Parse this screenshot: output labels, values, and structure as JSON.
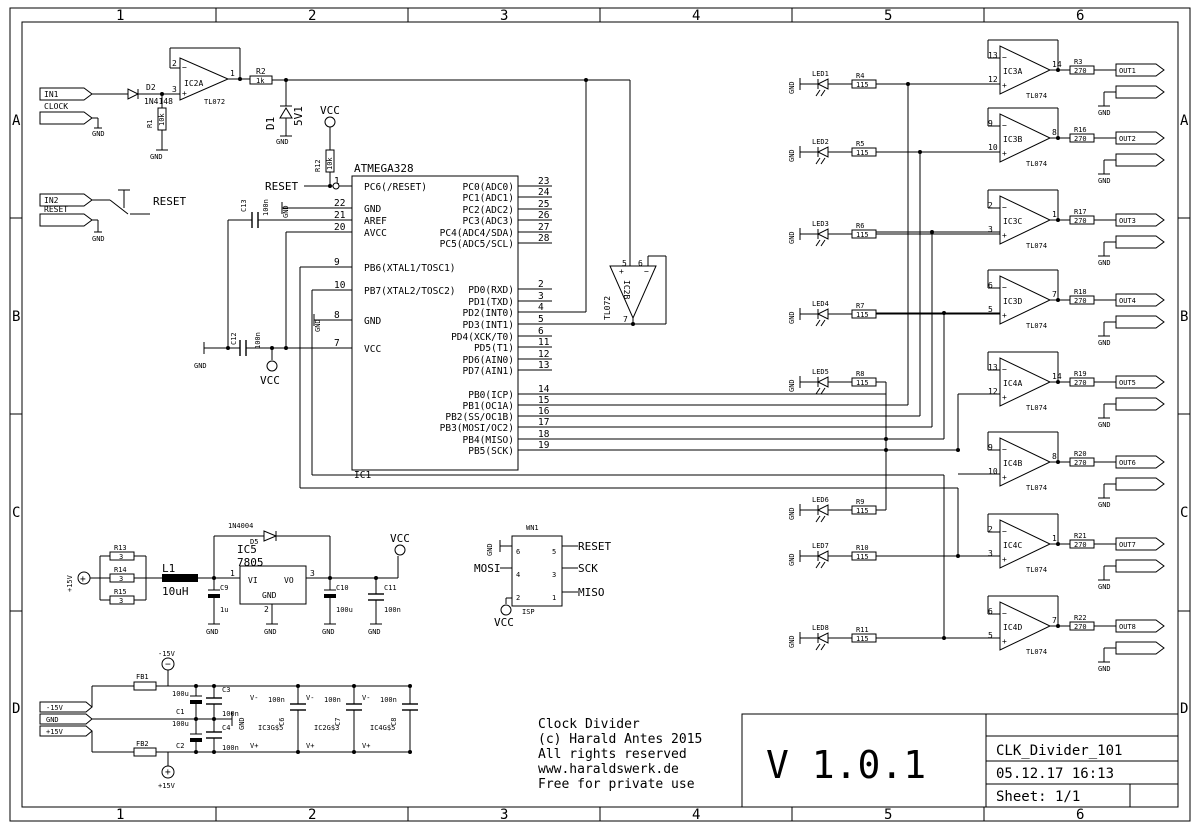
{
  "frame": {
    "columns": [
      "1",
      "2",
      "3",
      "4",
      "5",
      "6"
    ],
    "rows": [
      "A",
      "B",
      "C",
      "D"
    ]
  },
  "inputs": {
    "in1": "IN1",
    "clock": "CLOCK",
    "in2": "IN2",
    "reset": "RESET",
    "neg15": "-15V",
    "gnd": "GND",
    "pos15": "+15V"
  },
  "front_end": {
    "d2": "D2",
    "d2_part": "1N4148",
    "r1": "R1",
    "r1_val": "10k",
    "ic2a": "IC2A",
    "ic2a_part": "TL072",
    "r2": "R2",
    "r2_val": "1k",
    "d1": "D1",
    "d1_val": "5V1",
    "reset_label": "RESET",
    "pin2": "2",
    "pin3": "3",
    "pin1": "1"
  },
  "mcu": {
    "name": "ATMEGA328",
    "ref": "IC1",
    "vcc": "VCC",
    "r12": "R12",
    "r12_val": "10k",
    "reset_net": "RESET",
    "c13": "C13",
    "c13_val": "100n",
    "c12": "C12",
    "c12_val": "100n",
    "left_pins": [
      {
        "num": "1",
        "name": "PC6(/RESET)"
      },
      {
        "num": "22",
        "name": "GND"
      },
      {
        "num": "21",
        "name": "AREF"
      },
      {
        "num": "20",
        "name": "AVCC"
      },
      {
        "num": "9",
        "name": "PB6(XTAL1/TOSC1)"
      },
      {
        "num": "10",
        "name": "PB7(XTAL2/TOSC2)"
      },
      {
        "num": "8",
        "name": "GND"
      },
      {
        "num": "7",
        "name": "VCC"
      }
    ],
    "right_pins": [
      {
        "num": "23",
        "name": "PC0(ADC0)"
      },
      {
        "num": "24",
        "name": "PC1(ADC1)"
      },
      {
        "num": "25",
        "name": "PC2(ADC2)"
      },
      {
        "num": "26",
        "name": "PC3(ADC3)"
      },
      {
        "num": "27",
        "name": "PC4(ADC4/SDA)"
      },
      {
        "num": "28",
        "name": "PC5(ADC5/SCL)"
      },
      {
        "num": "2",
        "name": "PD0(RXD)"
      },
      {
        "num": "3",
        "name": "PD1(TXD)"
      },
      {
        "num": "4",
        "name": "PD2(INT0)"
      },
      {
        "num": "5",
        "name": "PD3(INT1)"
      },
      {
        "num": "6",
        "name": "PD4(XCK/T0)"
      },
      {
        "num": "11",
        "name": "PD5(T1)"
      },
      {
        "num": "12",
        "name": "PD6(AIN0)"
      },
      {
        "num": "13",
        "name": "PD7(AIN1)"
      },
      {
        "num": "14",
        "name": "PB0(ICP)"
      },
      {
        "num": "15",
        "name": "PB1(OC1A)"
      },
      {
        "num": "16",
        "name": "PB2(SS/OC1B)"
      },
      {
        "num": "17",
        "name": "PB3(MOSI/OC2)"
      },
      {
        "num": "18",
        "name": "PB4(MISO)"
      },
      {
        "num": "19",
        "name": "PB5(SCK)"
      }
    ]
  },
  "comparator": {
    "ref": "IC2B",
    "part": "TL072",
    "pin5": "5",
    "pin6": "6",
    "pin7": "7"
  },
  "channels": [
    {
      "led": "LED1",
      "r": "R4",
      "rv": "115",
      "ic": "IC3A",
      "pin_top": "13",
      "pin_bot": "12",
      "pin_out": "14",
      "part": "TL074",
      "ro": "R3",
      "rov": "270",
      "out": "OUT1"
    },
    {
      "led": "LED2",
      "r": "R5",
      "rv": "115",
      "ic": "IC3B",
      "pin_top": "9",
      "pin_bot": "10",
      "pin_out": "8",
      "part": "TL074",
      "ro": "R16",
      "rov": "270",
      "out": "OUT2"
    },
    {
      "led": "LED3",
      "r": "R6",
      "rv": "115",
      "ic": "IC3C",
      "pin_top": "2",
      "pin_bot": "3",
      "pin_out": "1",
      "part": "TL074",
      "ro": "R17",
      "rov": "270",
      "out": "OUT3"
    },
    {
      "led": "LED4",
      "r": "R7",
      "rv": "115",
      "ic": "IC3D",
      "pin_top": "6",
      "pin_bot": "5",
      "pin_out": "7",
      "part": "TL074",
      "ro": "R18",
      "rov": "270",
      "out": "OUT4"
    },
    {
      "led": "LED5",
      "r": "R8",
      "rv": "115",
      "ic": "IC4A",
      "pin_top": "13",
      "pin_bot": "12",
      "pin_out": "14",
      "part": "TL074",
      "ro": "R19",
      "rov": "270",
      "out": "OUT5"
    },
    {
      "led": "LED6",
      "r": "R9",
      "rv": "115",
      "ic": "IC4B",
      "pin_top": "9",
      "pin_bot": "10",
      "pin_out": "8",
      "part": "TL074",
      "ro": "R20",
      "rov": "270",
      "out": "OUT6"
    },
    {
      "led": "LED7",
      "r": "R10",
      "rv": "115",
      "ic": "IC4C",
      "pin_top": "2",
      "pin_bot": "3",
      "pin_out": "1",
      "part": "TL074",
      "ro": "R21",
      "rov": "270",
      "out": "OUT7"
    },
    {
      "led": "LED8",
      "r": "R11",
      "rv": "115",
      "ic": "IC4D",
      "pin_top": "6",
      "pin_bot": "5",
      "pin_out": "7",
      "part": "TL074",
      "ro": "R22",
      "rov": "270",
      "out": "OUT8"
    }
  ],
  "supply": {
    "plus15": "+15V",
    "r13": "R13",
    "r13_val": "3",
    "r14": "R14",
    "r14_val": "3",
    "r15": "R15",
    "r15_val": "3",
    "l1": "L1",
    "l1_val": "10uH",
    "d5": "D5",
    "d5_part": "1N4004",
    "ic5": "IC5",
    "ic5_part": "7805",
    "vi": "VI",
    "vo": "VO",
    "reg_gnd": "GND",
    "pin1": "1",
    "pin2": "2",
    "pin3": "3",
    "c9": "C9",
    "c9_val": "1u",
    "c10": "C10",
    "c10_val": "100u",
    "c11": "C11",
    "c11_val": "100n",
    "vcc": "VCC"
  },
  "isp": {
    "ref": "WN1",
    "label": "ISP",
    "reset": "RESET",
    "sck": "SCK",
    "miso": "MISO",
    "mosi": "MOSI",
    "vcc": "VCC",
    "pins": [
      "6",
      "5",
      "4",
      "3",
      "2",
      "1"
    ]
  },
  "filter": {
    "neg15": "-15V",
    "pos15": "+15V",
    "fb1": "FB1",
    "fb2": "FB2",
    "c1": "C1",
    "c1_val": "100u",
    "c2": "C2",
    "c2_val": "100u",
    "c3": "C3",
    "c3_val": "100n",
    "c4": "C4",
    "c4_val": "100n",
    "c6": "C6",
    "c7": "C7",
    "c8": "C8",
    "cap_val": "100n",
    "ic3": "IC3G$5",
    "ic2": "IC2G$3",
    "ic4": "IC4G$5",
    "vneg": "V-",
    "vpos": "V+",
    "gnd": "GND"
  },
  "notes": [
    "Clock Divider",
    "(c) Harald Antes 2015",
    "All rights reserved",
    "www.haraldswerk.de",
    "Free for private use"
  ],
  "titleblock": {
    "version": "V 1.0.1",
    "name": "CLK_Divider_101",
    "date": "05.12.17 16:13",
    "sheet": "Sheet: 1/1"
  }
}
